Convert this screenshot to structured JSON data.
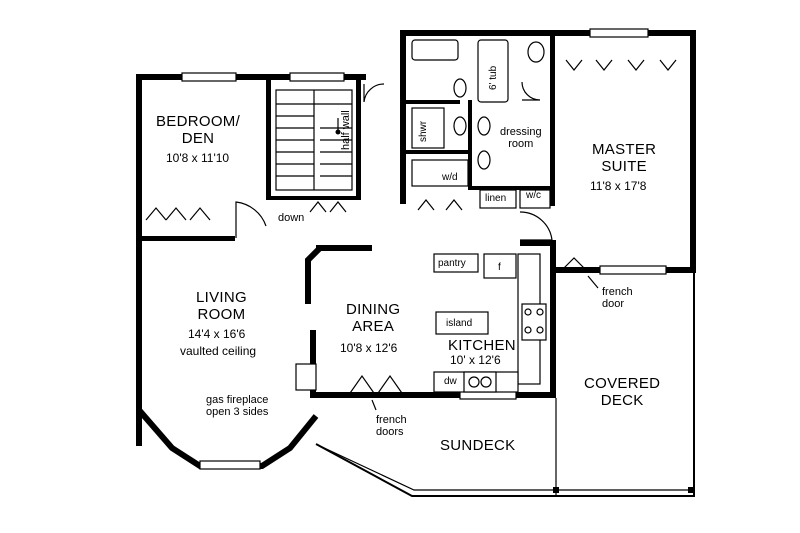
{
  "rooms": {
    "bedroom": {
      "name_line1": "BEDROOM/",
      "name_line2": "DEN",
      "dims": "10'8 x 11'10"
    },
    "living": {
      "name_line1": "LIVING",
      "name_line2": "ROOM",
      "dims": "14'4 x 16'6",
      "note": "vaulted ceiling"
    },
    "dining": {
      "name_line1": "DINING",
      "name_line2": "AREA",
      "dims": "10'8 x 12'6"
    },
    "kitchen": {
      "name": "KITCHEN",
      "dims": "10' x 12'6"
    },
    "master": {
      "name_line1": "MASTER",
      "name_line2": "SUITE",
      "dims": "11'8 x 17'8"
    },
    "covered_deck": {
      "name_line1": "COVERED",
      "name_line2": "DECK"
    },
    "sundeck": {
      "name": "SUNDECK"
    },
    "dressing": {
      "name_line1": "dressing",
      "name_line2": "room"
    }
  },
  "labels": {
    "half_wall": "half wall",
    "down": "down",
    "shwr": "shwr",
    "tub": "6' tub",
    "wd": "w/d",
    "linen": "linen",
    "wic": "w/c",
    "pantry": "pantry",
    "fridge": "f",
    "island": "island",
    "dw": "dw",
    "fireplace_line1": "gas fireplace",
    "fireplace_line2": "open 3 sides",
    "french_doors_line1": "french",
    "french_doors_line2": "doors",
    "french_door_line1": "french",
    "french_door_line2": "door"
  }
}
